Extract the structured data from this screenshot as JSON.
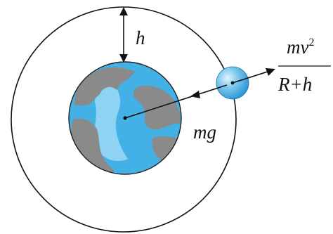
{
  "labels": {
    "height": "h",
    "gravity_force": "mg",
    "centripetal_numerator": "mv",
    "centripetal_exponent": "2",
    "centripetal_denominator": "R+h"
  },
  "colors": {
    "ocean": "#43b1e6",
    "ocean_light": "#8fd3f4",
    "land": "#8a8a8a",
    "satellite": "#3aa8e0",
    "line": "#111111"
  }
}
